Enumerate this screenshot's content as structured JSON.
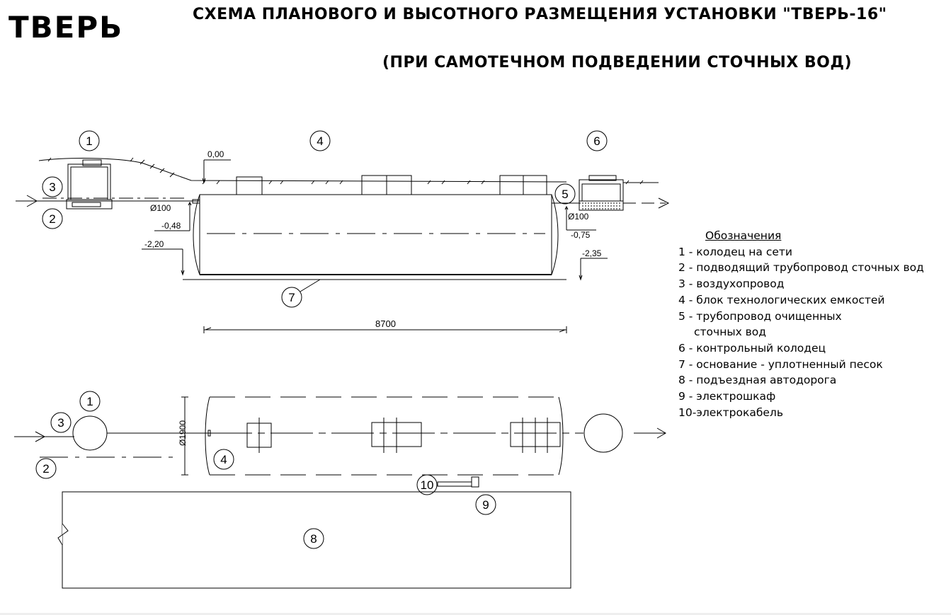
{
  "logo": "ТВЕРЬ",
  "title": "СХЕМА ПЛАНОВОГО И ВЫСОТНОГО РАЗМЕЩЕНИЯ УСТАНОВКИ \"ТВЕРЬ-16\"",
  "subtitle": "(ПРИ САМОТЕЧНОМ  ПОДВЕДЕНИИ СТОЧНЫХ ВОД)",
  "section": {
    "markers": [
      "1",
      "2",
      "3",
      "4",
      "5",
      "6",
      "7"
    ],
    "levels": [
      "0,00",
      "-0,48",
      "-2,20",
      "-0,75",
      "-2,35"
    ],
    "pipe_in": "Ø100",
    "pipe_out": "Ø100",
    "length": "8700"
  },
  "plan": {
    "markers": [
      "1",
      "2",
      "3",
      "4",
      "8",
      "9",
      "10"
    ],
    "width": "Ø1900"
  },
  "legend": {
    "heading": "Обозначения",
    "items": [
      "1 - колодец на сети",
      "2 - подводящий трубопровод сточных вод",
      "3 - воздухопровод",
      "4 - блок технологических емкостей",
      "5 - трубопровод очищенных",
      "сточных вод",
      "6 - контрольный колодец",
      "7 - основание - уплотненный песок",
      "8 - подъездная автодорога",
      "9 - электрошкаф",
      "10-электрокабель"
    ]
  }
}
